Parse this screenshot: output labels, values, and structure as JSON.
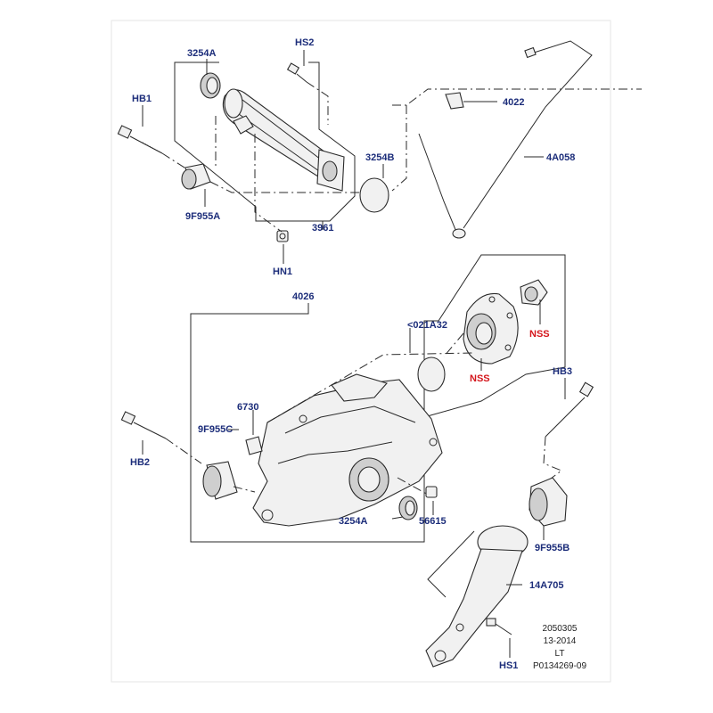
{
  "labels": {
    "p3254a_top": "3254A",
    "hs2": "HS2",
    "hb1": "HB1",
    "p3254b": "3254B",
    "p9f955a": "9F955A",
    "p3961": "3961",
    "hn1": "HN1",
    "p4022": "4022",
    "p4a058": "4A058",
    "p4026": "4026",
    "p021a32": "<021A32",
    "nss_upper": "NSS",
    "nss_lower": "NSS",
    "hb3": "HB3",
    "p6730": "6730",
    "p9f955c": "9F955C",
    "hb2": "HB2",
    "p3254a_bottom": "3254A",
    "p56615": "56615",
    "p9f955b": "9F955B",
    "p14a705": "14A705",
    "hs1": "HS1"
  },
  "reference": {
    "line1": "2050305",
    "line2": "13-2014",
    "line3": "LT",
    "line4": "P0134269-09"
  },
  "colors": {
    "label_blue": "#1c2d7a",
    "label_red": "#d4161c"
  }
}
